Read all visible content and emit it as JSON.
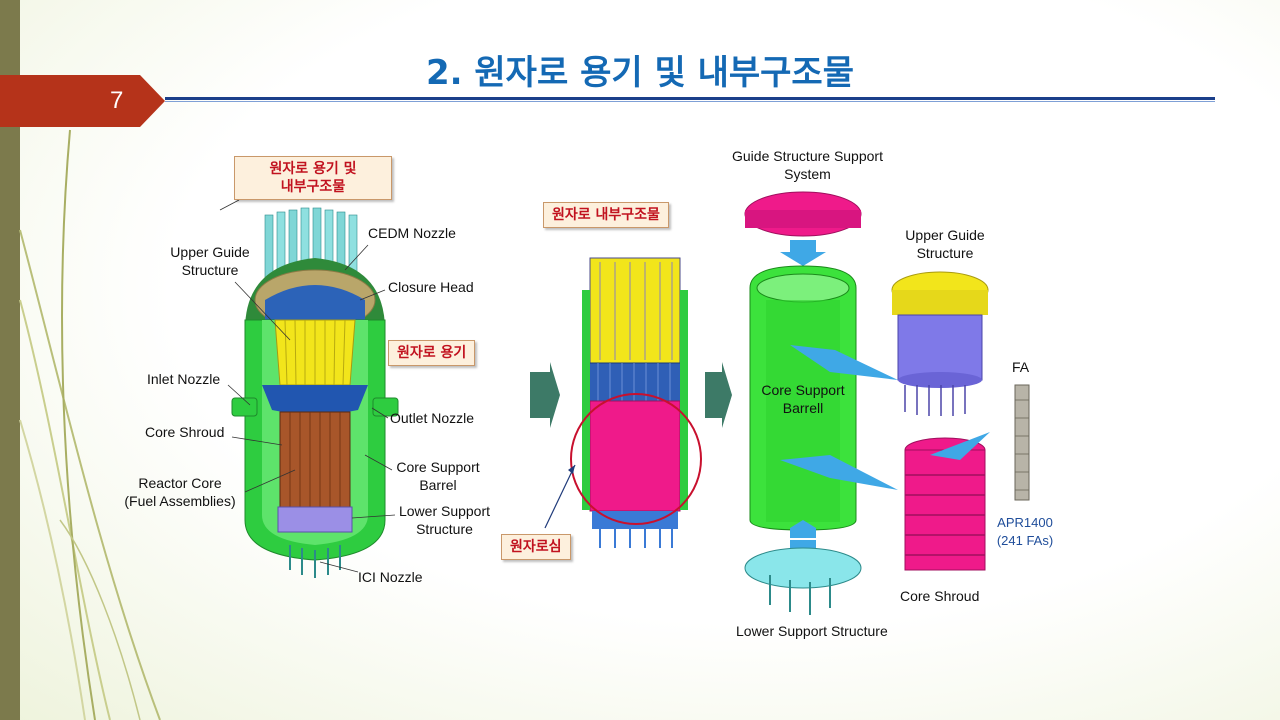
{
  "slide": {
    "number": "7",
    "title": "2. 원자로 용기 및 내부구조물"
  },
  "colors": {
    "title": "#1469b4",
    "accent_arrow": "#b5331a",
    "rule": "#1b3f8a",
    "label_box_text": "#c1121f"
  },
  "left_figure": {
    "box_title": "원자로 용기 및\n내부구조물",
    "box_vessel": "원자로 용기",
    "labels": {
      "upper_guide": "Upper Guide\nStructure",
      "cedm": "CEDM Nozzle",
      "closure_head": "Closure Head",
      "inlet_nozzle": "Inlet Nozzle",
      "outlet_nozzle": "Outlet Nozzle",
      "core_shroud": "Core Shroud",
      "core_support_barrel": "Core Support\nBarrel",
      "reactor_core": "Reactor Core\n(Fuel Assemblies)",
      "lower_support": "Lower Support\nStructure",
      "icl_nozzle": "ICI Nozzle"
    }
  },
  "middle_figure": {
    "box_internals": "원자로 내부구조물",
    "box_core": "원자로심"
  },
  "right_figure": {
    "labels": {
      "guide_support": "Guide Structure Support\nSystem",
      "core_support_barrell": "Core Support\nBarrell",
      "upper_guide": "Upper Guide\nStructure",
      "fa": "FA",
      "apr": "APR1400\n(241 FAs)",
      "core_shroud": "Core Shroud",
      "lower_support": "Lower Support Structure"
    }
  }
}
